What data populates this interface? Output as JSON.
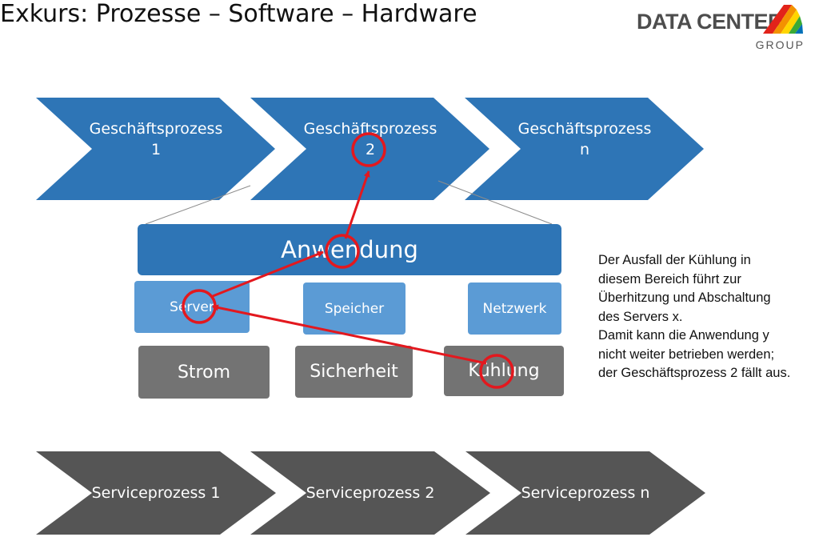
{
  "title": "Exkurs: Prozesse – Software – Hardware",
  "logo": {
    "main": "DATA CENTER",
    "sub": "GROUP"
  },
  "business_processes": [
    {
      "line1": "Geschäftsprozess",
      "line2": "1"
    },
    {
      "line1": "Geschäftsprozess",
      "line2": "2"
    },
    {
      "line1": "Geschäftsprozess",
      "line2": "n"
    }
  ],
  "application": "Anwendung",
  "it_components": [
    "Server",
    "Speicher",
    "Netzwerk"
  ],
  "infrastructure": [
    "Strom",
    "Sicherheit",
    "Kühlung"
  ],
  "service_processes": [
    "Serviceprozess 1",
    "Serviceprozess 2",
    "Serviceprozess n"
  ],
  "note_lines": [
    "Der Ausfall der Kühlung in",
    "diesem Bereich führt zur",
    "Überhitzung und Abschaltung",
    "des Servers x.",
    "Damit kann die Anwendung y",
    "nicht weiter betrieben werden;",
    "der Geschäftsprozess 2 fällt aus."
  ],
  "colors": {
    "process_blue": "#2e75b6",
    "component_light_blue": "#5b9bd5",
    "infrastructure_gray": "#737373",
    "service_dark_gray": "#555555",
    "highlight_red": "#e3181e"
  }
}
